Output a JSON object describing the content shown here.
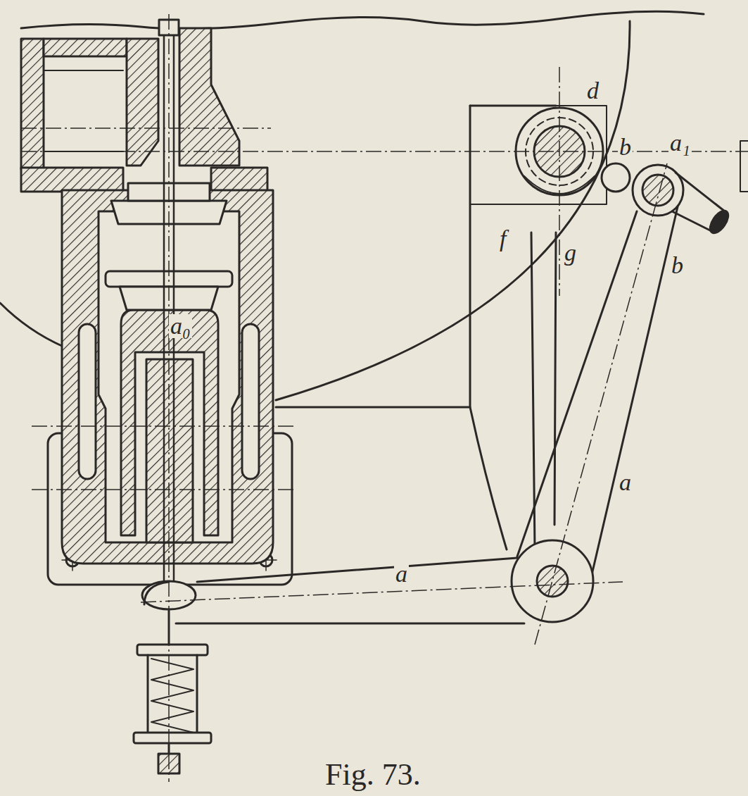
{
  "diagram": {
    "caption": "Fig. 73.",
    "labels": [
      "d",
      "b",
      "a₁",
      "b",
      "f",
      "g",
      "a₀",
      "a",
      "a"
    ]
  }
}
